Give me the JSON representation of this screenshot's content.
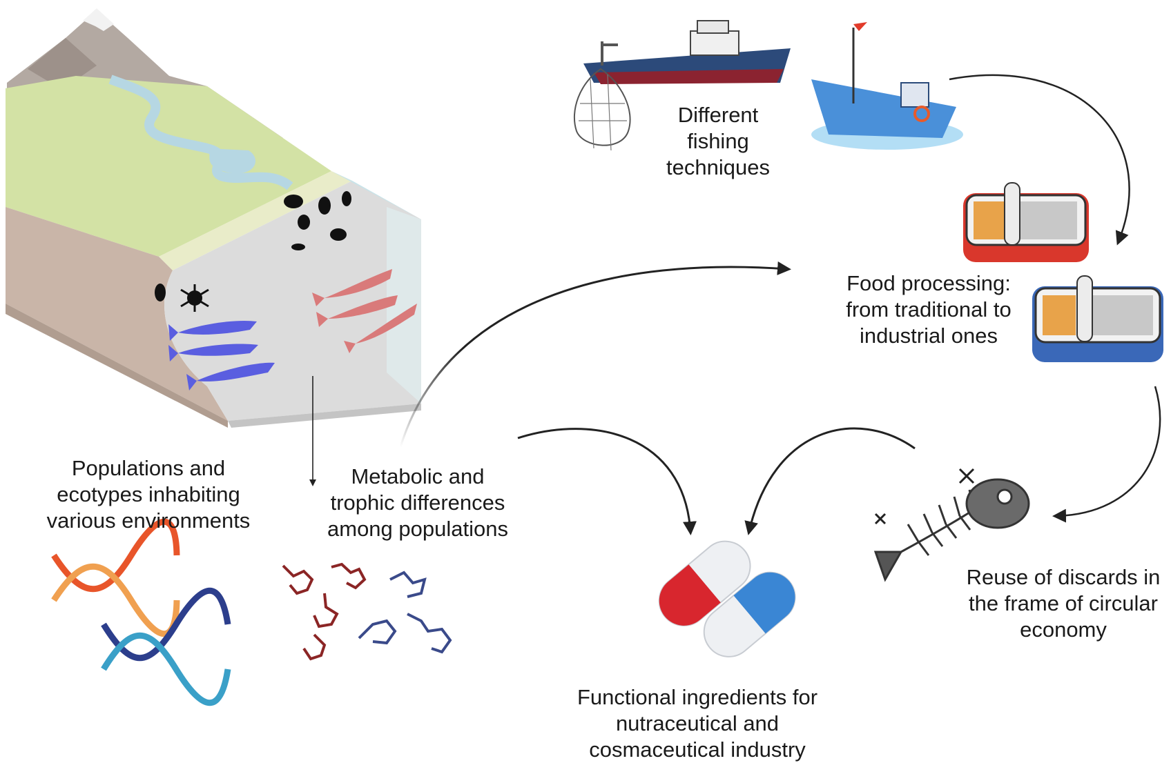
{
  "labels": {
    "populations": "Populations and\necotypes inhabiting\nvarious environments",
    "metabolic": "Metabolic and\ntrophic differences\namong populations",
    "fishing": "Different\nfishing\ntechniques",
    "food": "Food processing:\nfrom traditional to\nindustrial ones",
    "functional": "Functional ingredients for\nnutraceutical and\ncosmaceutical industry",
    "reuse": "Reuse of discards in\nthe frame of circular\neconomy"
  },
  "colors": {
    "arrow": "#222222",
    "blue_fish": "#5a5ee0",
    "red_fish": "#d97a7a",
    "dna_warm": "#e8552a",
    "dna_cool": "#2c3e8c",
    "molecule_red": "#8b2525",
    "molecule_blue": "#3a4a8a",
    "capsule_red": "#d8262e",
    "capsule_blue": "#3a86d4"
  },
  "icons": [
    "landscape-ocean-cross-section-icon",
    "plankton-icon",
    "blue-fish-icon",
    "red-fish-icon",
    "trawler-ship-icon",
    "fishing-boat-icon",
    "sardine-can-icon",
    "capsule-pill-icon",
    "fish-skeleton-icon",
    "dna-helix-icon",
    "molecule-icon"
  ]
}
